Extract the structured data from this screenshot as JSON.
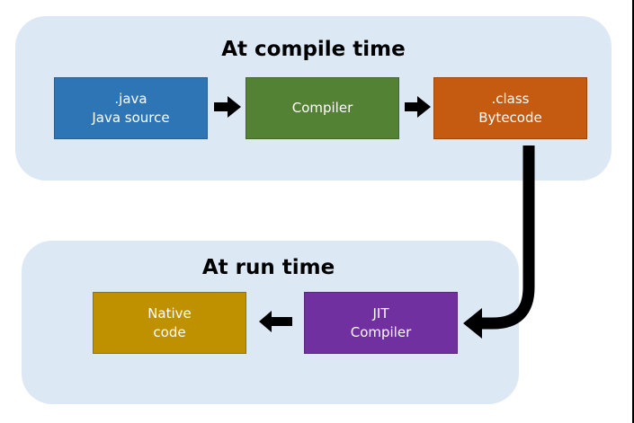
{
  "compile_panel": {
    "title": "At compile time",
    "source_box": {
      "line1": ".java",
      "line2": "Java source"
    },
    "compiler_box": {
      "line1": "Compiler"
    },
    "class_box": {
      "line1": ".class",
      "line2": "Bytecode"
    }
  },
  "run_panel": {
    "title": "At run time",
    "jit_box": {
      "line1": "JIT",
      "line2": "Compiler"
    },
    "native_box": {
      "line1": "Native",
      "line2": "code"
    }
  },
  "colors": {
    "panel_background": "#dde8f5",
    "java_source": "#2e75b6",
    "compiler": "#548235",
    "bytecode": "#c55a11",
    "jit_compiler": "#7030a0",
    "native_code": "#bf9000",
    "arrow": "#000000"
  }
}
